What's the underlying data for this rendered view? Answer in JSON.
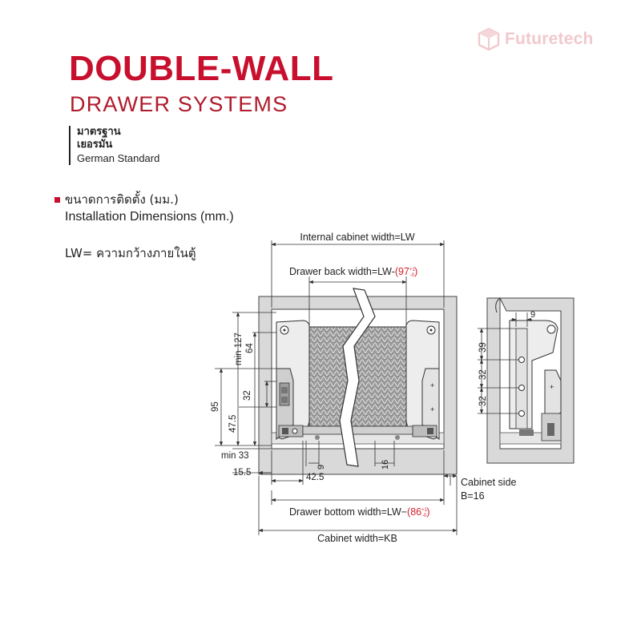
{
  "brand": {
    "name": "Futuretech",
    "icon": "cube-icon",
    "color": "#f1c9cd"
  },
  "title": "DOUBLE-WALL",
  "subtitle": "DRAWER SYSTEMS",
  "standard": {
    "thai": "มาตรฐาน\nเยอรมัน",
    "english": "German Standard"
  },
  "installation": {
    "thai": "ขนาดการติดตั้ง (มม.)",
    "english": "Installation Dimensions (mm.)"
  },
  "lw_note": "LW= ความกว้างภายในตู้",
  "colors": {
    "accent": "#c8102e",
    "tolerance": "#d21e2b",
    "line": "#333333"
  },
  "diagram": {
    "internal_width_label": "Internal cabinet width=LW",
    "back_width_label": "Drawer back width=LW-",
    "back_width_value": "97",
    "back_width_tol_plus": "+1",
    "back_width_tol_minus": "-0",
    "bottom_width_label": "Drawer bottom width=LW−",
    "bottom_width_value": "86",
    "bottom_width_tol_plus": "+1",
    "bottom_width_tol_minus": "-0",
    "cabinet_width_label": "Cabinet width=KB",
    "cabinet_side_label": "Cabinet side",
    "cabinet_side_value": "B=16",
    "dims": {
      "min127": "min 127",
      "d64": "64",
      "d32a": "32",
      "d95": "95",
      "d47_5": "47.5",
      "min33": "min 33",
      "d15_5": "15.5",
      "d42_5": "42.5",
      "d9_left": "9",
      "d16": "16",
      "d9_right": "9",
      "d39": "39",
      "d32b": "32",
      "d32c": "32"
    }
  }
}
